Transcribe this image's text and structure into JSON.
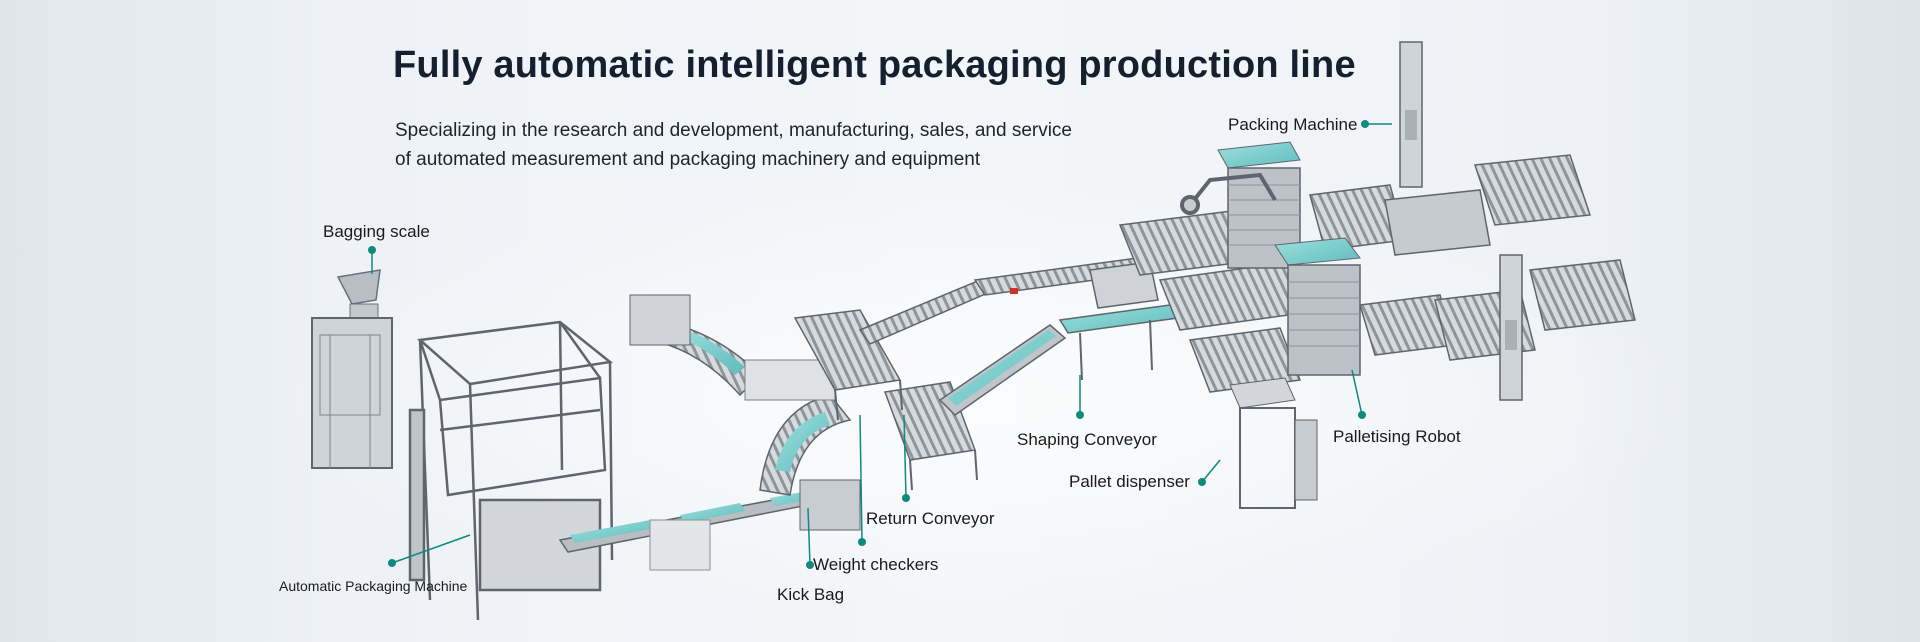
{
  "banner": {
    "title": "Fully automatic intelligent packaging production line",
    "subtitle_line1": "Specializing in the research and development, manufacturing, sales, and service",
    "subtitle_line2": "of automated measurement and packaging machinery and equipment"
  },
  "callouts": {
    "packing_machine": "Packing Machine",
    "bagging_scale": "Bagging scale",
    "shaping_conveyor": "Shaping Conveyor",
    "palletising_robot": "Palletising Robot",
    "pallet_dispenser": "Pallet dispenser",
    "return_conveyor": "Return Conveyor",
    "weight_checkers": "Weight checkers",
    "kick_bag": "Kick Bag",
    "automatic_packaging_machine": "Automatic Packaging Machine"
  },
  "colors": {
    "accent_teal": "#0e8a7e",
    "machine_cyan": "#7fd3d3",
    "machine_gray": "#c9ced3",
    "frame_dark": "#5e656c"
  }
}
